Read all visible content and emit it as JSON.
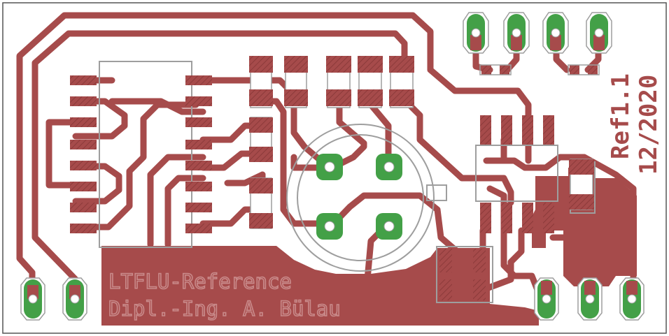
{
  "board": {
    "silk_text": {
      "line1": "LTFLU-Reference",
      "line2": "Dipl.-Ing. A. Bülau"
    },
    "revision": "Ref1.1",
    "date": "12/2020"
  },
  "colors": {
    "background": "#ffffff",
    "copper": "#a64b4b",
    "copper_dark": "#8c3a3a",
    "pad_green": "#43a047",
    "silkscreen": "#9e9e9e",
    "outline": "#555555"
  }
}
